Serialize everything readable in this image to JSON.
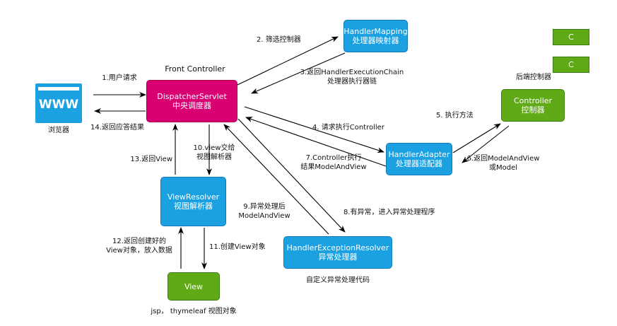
{
  "browser": {
    "www": "WWW",
    "label": "浏览器"
  },
  "front_controller": {
    "caption": "Front Controller",
    "line1": "DispatcherServlet",
    "line2": "中央调度器"
  },
  "handler_mapping": {
    "line1": "HandlerMapping",
    "line2": "处理器映射器"
  },
  "handler_adapter": {
    "line1": "HandlerAdapter",
    "line2": "处理器适配器"
  },
  "controller": {
    "caption": "后端控制器",
    "line1": "Controller",
    "line2": "控制器"
  },
  "view_resolver": {
    "line1": "ViewResolver",
    "line2": "视图解析器"
  },
  "exception_resolver": {
    "line1": "HandlerExceptionResolver",
    "line2": "异常处理器",
    "caption": "自定义异常处理代码"
  },
  "view": {
    "line1": "View",
    "caption": "jsp， thymeleaf 视图对象"
  },
  "legend": {
    "c1": "C",
    "c2": "C"
  },
  "steps": {
    "s1": "1.用户请求",
    "s2": "2. 筛选控制器",
    "s3_line1": "3.返回HandlerExecutionChain",
    "s3_line2": "处理器执行器链",
    "s4": "4. 请求执行Controller",
    "s5": "5. 执行方法",
    "s6_line1": "6.返回ModelAndView",
    "s6_line2": "或Model",
    "s7_line1": "7.Controller执行",
    "s7_line2": "结果ModelAndView",
    "s8": "8.有异常，进入异常处理程序",
    "s9_line1": "9.异常处理后",
    "s9_line2": "ModelAndView",
    "s10_line1": "10.view交给",
    "s10_line2": "视图解析器",
    "s11": "11.创建View对象",
    "s12_line1": "12.返回创建好的",
    "s12_line2": "View对象，放入数据",
    "s13": "13.返回View",
    "s14": "14.返回应答结果"
  },
  "colors": {
    "blue": "#1ba1e2",
    "green": "#60a917",
    "pink": "#d80073",
    "arrow": "#000000"
  }
}
